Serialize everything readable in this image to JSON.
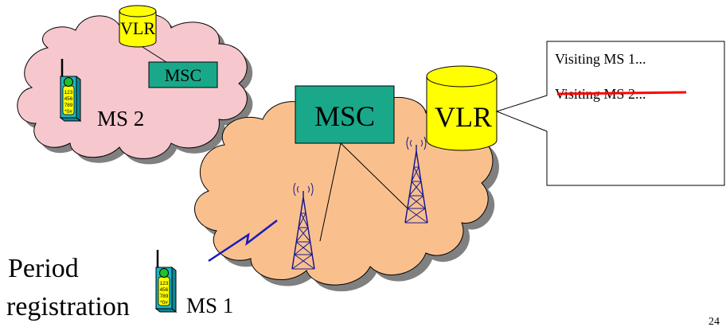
{
  "small_cloud": {
    "vlr_label": "VLR",
    "msc_label": "MSC",
    "ms_label": "MS 2"
  },
  "large_cloud": {
    "msc_label": "MSC",
    "vlr_label": "VLR"
  },
  "vlr_record": {
    "entries": [
      "Visiting MS 1...",
      "Visiting MS 2..."
    ],
    "struck_entry_index": 1
  },
  "mobile_station": {
    "label": "MS 1",
    "keypad_lines": [
      "123",
      "456",
      "789",
      "*0#"
    ]
  },
  "caption": {
    "line1": "Period",
    "line2": "registration"
  },
  "page_number": "24",
  "colors": {
    "small_cloud": "#f6c7cd",
    "large_cloud": "#f9c08e",
    "cloud_shadow": "#808080",
    "vlr_cylinder": "#ffff00",
    "msc_box": "#1aa88a",
    "phone_body": "#18b6c8",
    "phone_face": "#ffff00",
    "phone_light": "#22c22a",
    "strike": "#ff0000",
    "radio_link": "#1a1ab8",
    "tower": "#1a1a8c"
  }
}
